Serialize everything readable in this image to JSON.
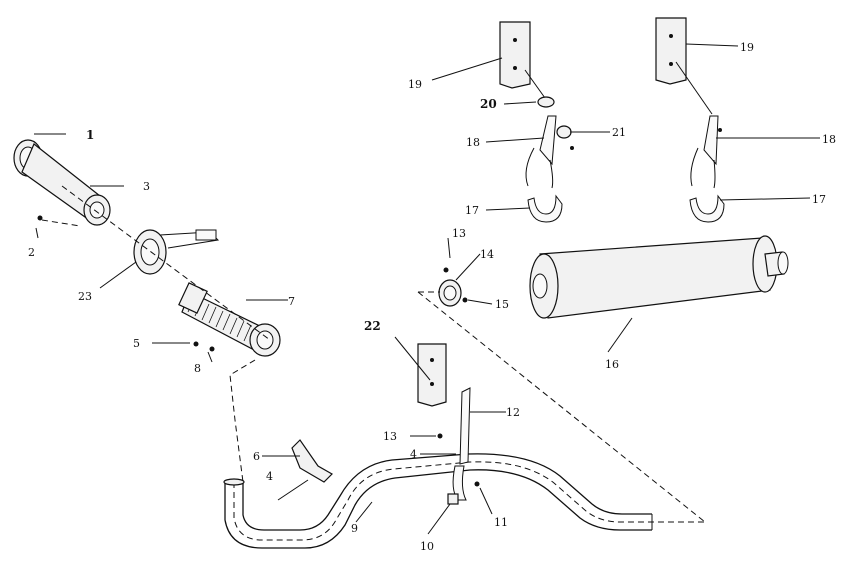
{
  "callouts": [
    {
      "id": "c1",
      "text": "1"
    },
    {
      "id": "c2",
      "text": "2"
    },
    {
      "id": "c3",
      "text": "3"
    },
    {
      "id": "c4a",
      "text": "4"
    },
    {
      "id": "c4b",
      "text": "4"
    },
    {
      "id": "c5",
      "text": "5"
    },
    {
      "id": "c6",
      "text": "6"
    },
    {
      "id": "c7",
      "text": "7"
    },
    {
      "id": "c8",
      "text": "8"
    },
    {
      "id": "c9",
      "text": "9"
    },
    {
      "id": "c10",
      "text": "10"
    },
    {
      "id": "c11",
      "text": "11"
    },
    {
      "id": "c12",
      "text": "12"
    },
    {
      "id": "c13a",
      "text": "13"
    },
    {
      "id": "c13b",
      "text": "13"
    },
    {
      "id": "c14",
      "text": "14"
    },
    {
      "id": "c15",
      "text": "15"
    },
    {
      "id": "c16",
      "text": "16"
    },
    {
      "id": "c17a",
      "text": "17"
    },
    {
      "id": "c17b",
      "text": "17"
    },
    {
      "id": "c18a",
      "text": "18"
    },
    {
      "id": "c18b",
      "text": "18"
    },
    {
      "id": "c19a",
      "text": "19"
    },
    {
      "id": "c19b",
      "text": "19"
    },
    {
      "id": "c20",
      "text": "20"
    },
    {
      "id": "c21",
      "text": "21"
    },
    {
      "id": "c22",
      "text": "22"
    },
    {
      "id": "c23",
      "text": "23"
    }
  ]
}
